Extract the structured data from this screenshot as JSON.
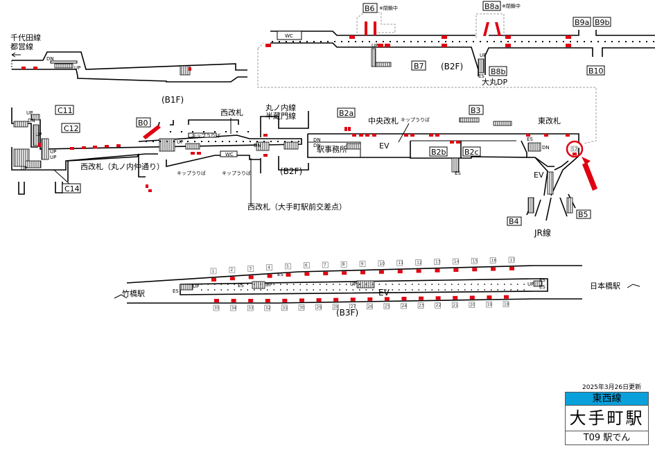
{
  "b1f": {
    "lines_label_1": "千代田線",
    "lines_label_2": "都営線",
    "floor": "(B1F)",
    "dn": "DN",
    "up": "UP"
  },
  "b2f_upper": {
    "floor": "(B2F)",
    "wc": "WC",
    "exits": {
      "B6": "B6",
      "B8a": "B8a",
      "B9a": "B9a",
      "B9b": "B9b",
      "B7": "B7",
      "B8b": "B8b",
      "B10": "B10"
    },
    "closed_note": "※閉鎖中",
    "daimaru": "大丸DP",
    "up": "UP",
    "es": "ES"
  },
  "b2f_main": {
    "floor": "(B2F)",
    "exits": {
      "C11": "C11",
      "C12": "C12",
      "C14": "C14",
      "B0": "B0",
      "B2a": "B2a",
      "B3": "B3",
      "B2b": "B2b",
      "B2c": "B2c",
      "B4": "B4",
      "B5": "B5"
    },
    "west_gate": "西改札",
    "west_gate_marunouchi": "西改札（丸ノ内仲通り）",
    "west_gate_crossing": "西改札（大手町駅前交差点）",
    "marunouchi_line": "丸ノ内線",
    "hanzomon_line": "半蔵門線",
    "central_gate": "中央改札",
    "east_gate": "東改札",
    "station_office": "駅事務所",
    "ticket": "キップうりば",
    "wc": "WC",
    "ev": "EV",
    "jr_line": "JR線",
    "up": "UP",
    "dn": "DN",
    "es": "ES",
    "highlight_exit": "57"
  },
  "b3f": {
    "floor": "(B3F)",
    "takebashi": "竹橋駅",
    "nihonbashi": "日本橋駅",
    "ev": "EV",
    "es": "ES",
    "up": "UP",
    "top_exits": [
      "1",
      "2",
      "3",
      "4",
      "5",
      "6",
      "7",
      "8",
      "9",
      "10",
      "11",
      "12",
      "13",
      "14",
      "15",
      "16",
      "17"
    ],
    "bottom_exits": [
      "35",
      "34",
      "33",
      "32",
      "31",
      "30",
      "29",
      "28",
      "27",
      "26",
      "25",
      "24",
      "23",
      "22",
      "21",
      "20",
      "19",
      "18"
    ]
  },
  "station": {
    "updated": "2025年3月26日更新",
    "line": "東西線",
    "name": "大手町駅",
    "code": "T09 駅でん"
  },
  "colors": {
    "line_blue": "#0aa0dc",
    "exit_red": "#e00010",
    "highlight": "#e00010"
  }
}
